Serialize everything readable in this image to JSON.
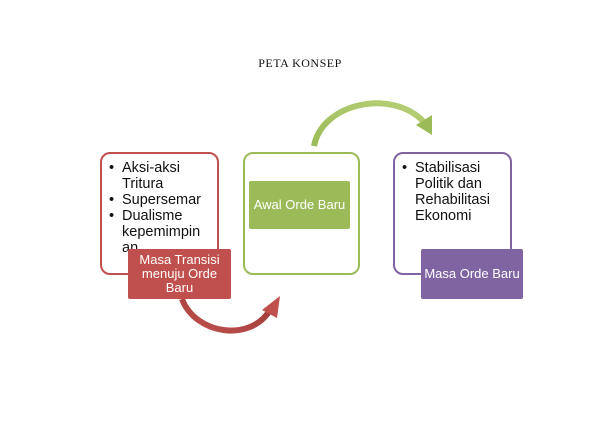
{
  "title": "PETA KONSEP",
  "stages": [
    {
      "label": "Masa Transisi menuju Orde Baru",
      "color": "#c0504d",
      "bullets": [
        "Aksi-aksi Tritura",
        "Supersemar",
        "Dualisme kepemimpin an"
      ]
    },
    {
      "label": "Awal Orde Baru",
      "color": "#9bbb59",
      "bullets": []
    },
    {
      "label": "Masa Orde Baru",
      "color": "#8064a2",
      "bullets": [
        "Stabilisasi Politik dan Rehabilitasi Ekonomi"
      ]
    }
  ],
  "arrows": [
    {
      "from": "Masa Transisi menuju Orde Baru",
      "to": "Awal Orde Baru",
      "color": "#c0504d"
    },
    {
      "from": "Awal Orde Baru",
      "to": "Masa Orde Baru",
      "color": "#9bbb59"
    }
  ]
}
